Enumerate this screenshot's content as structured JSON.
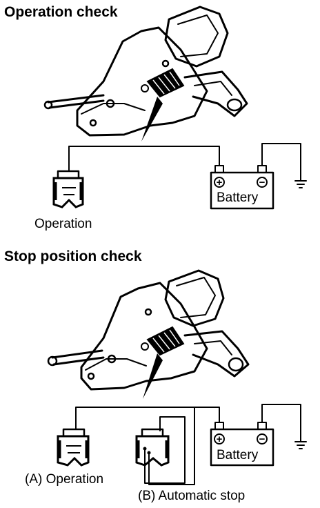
{
  "sections": [
    {
      "title": "Operation check",
      "battery_label": "Battery",
      "plus_symbol": "+",
      "minus_symbol": "−",
      "connector_labels": [
        "Operation"
      ]
    },
    {
      "title": "Stop position check",
      "battery_label": "Battery",
      "plus_symbol": "+",
      "minus_symbol": "−",
      "connector_labels": [
        "(A) Operation",
        "(B) Automatic stop"
      ]
    }
  ],
  "colors": {
    "ink": "#000000",
    "background": "#ffffff"
  }
}
